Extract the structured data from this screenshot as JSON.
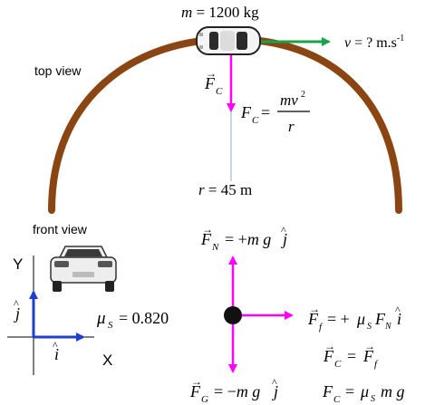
{
  "labels": {
    "mass": "m = 1200 kg",
    "velocity": "v = ? m.s",
    "velocity_exp": "-1",
    "top_view": "top view",
    "front_view": "front view",
    "fc_vector": "F",
    "fc_vector_sub": "C",
    "fc_formula_lhs": "F",
    "fc_formula_sub": "C",
    "fc_formula_num": "mv",
    "fc_formula_num_exp": "2",
    "fc_formula_den": "r",
    "radius": "r = 45 m",
    "axis_y": "Y",
    "axis_x": "X",
    "unit_j": "j",
    "unit_i": "i",
    "mu": "μ",
    "mu_sub": "S",
    "mu_value": "= 0.820",
    "fn_eq": "F",
    "fn_sub": "N",
    "fn_rhs": "= +m g",
    "fn_unit": "j",
    "fg_eq": "F",
    "fg_sub": "G",
    "fg_rhs": "= −m g",
    "fg_unit": "j",
    "ff_eq": "F",
    "ff_sub": "f",
    "ff_rhs": "= +μ",
    "ff_mu_sub": "S",
    "ff_fn": "F",
    "ff_fn_sub": "N",
    "ff_unit": "i",
    "fcff_lhs": "F",
    "fcff_lhs_sub": "C",
    "fcff_rhs": "= F",
    "fcff_rhs_sub": "f",
    "fc_mu_lhs": "F",
    "fc_mu_lhs_sub": "C",
    "fc_mu_rhs": "= μ",
    "fc_mu_sub": "S",
    "fc_mu_tail": "m g"
  },
  "colors": {
    "road": "#8B4513",
    "velocity_arrow": "#16a34a",
    "force_arrow": "#ff00ff",
    "axis_arrow": "#1f3fcc",
    "radius_line": "#9bbfe0"
  },
  "icons": {
    "car_top": "car-top-view-icon",
    "car_front": "car-front-view-icon"
  }
}
